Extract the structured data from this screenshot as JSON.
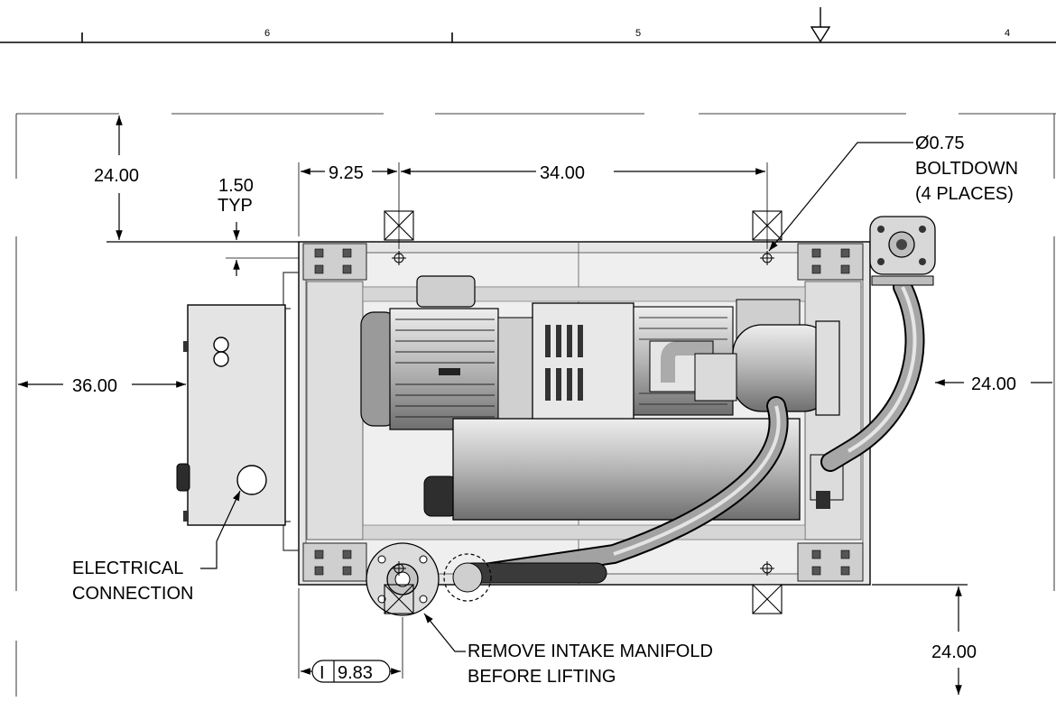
{
  "zone_numbers": [
    "6",
    "5",
    "4"
  ],
  "dimensions": {
    "top_clearance": "24.00",
    "typ_offset_value": "1.50",
    "typ_offset_suffix": "TYP",
    "hole_offset": "9.25",
    "hole_spacing": "34.00",
    "left_clearance": "36.00",
    "right_clearance": "24.00",
    "bottom_clearance": "24.00",
    "manifold_offset_symbol": "I",
    "manifold_offset_value": "9.83"
  },
  "notes": {
    "boltdown": [
      "Ø0.75",
      "BOLTDOWN",
      "(4 PLACES)"
    ],
    "electrical": [
      "ELECTRICAL",
      "CONNECTION"
    ],
    "manifold": [
      "REMOVE INTAKE MANIFOLD",
      "BEFORE LIFTING"
    ]
  },
  "colors": {
    "ink": "#000000",
    "frame_fill": "#dcdcdc",
    "part_fill": "#c8c8c8",
    "dark_part": "#3a3a3a",
    "hose": "#8f8f8f"
  }
}
